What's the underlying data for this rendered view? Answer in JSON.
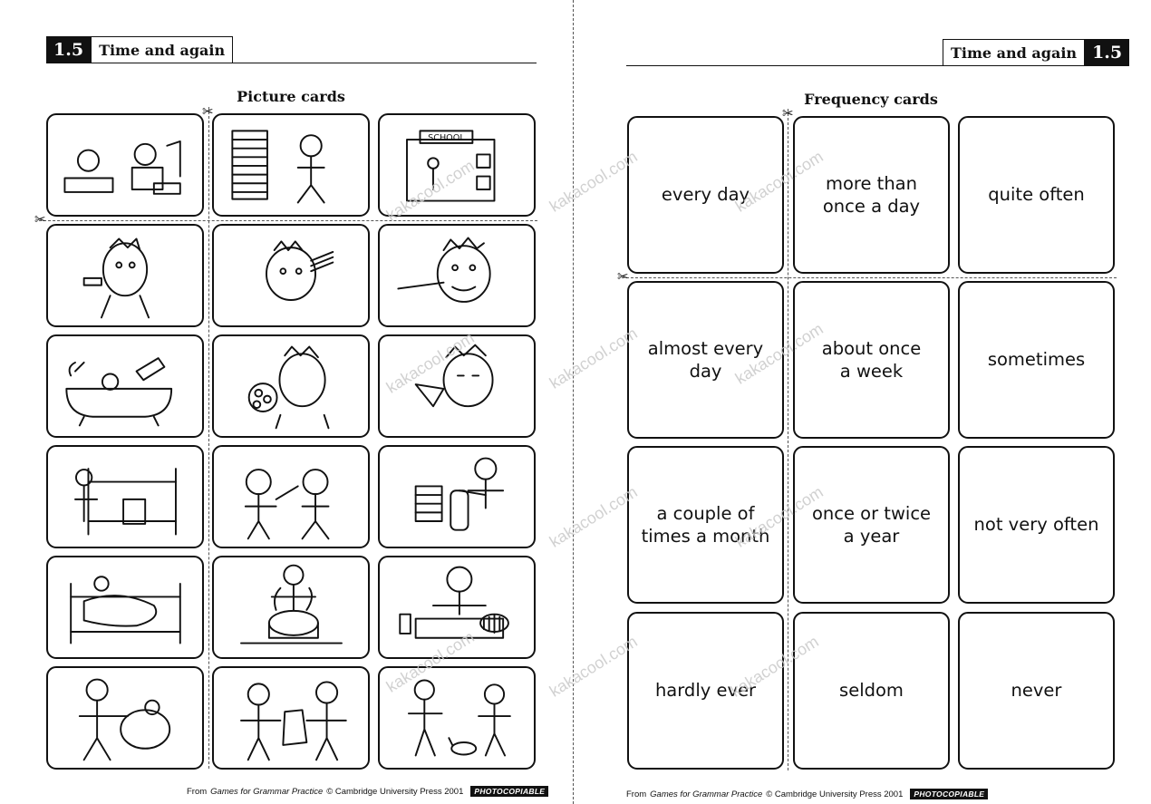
{
  "left_page": {
    "unit_number": "1.5",
    "unit_title": "Time and again",
    "section_title": "Picture cards",
    "picture_cards": [
      {
        "icon": "reading-and-writing-icon"
      },
      {
        "icon": "stack-of-papers-icon"
      },
      {
        "icon": "school-gate-icon"
      },
      {
        "icon": "shaving-icon"
      },
      {
        "icon": "combing-hair-icon"
      },
      {
        "icon": "brushing-teeth-icon"
      },
      {
        "icon": "bath-icon"
      },
      {
        "icon": "taking-pills-icon"
      },
      {
        "icon": "sneezing-icon"
      },
      {
        "icon": "making-bed-icon"
      },
      {
        "icon": "dentist-icon"
      },
      {
        "icon": "vacuuming-icon"
      },
      {
        "icon": "sleeping-in-bed-icon"
      },
      {
        "icon": "cooking-icon"
      },
      {
        "icon": "washing-dishes-icon"
      },
      {
        "icon": "hugging-icon"
      },
      {
        "icon": "shopping-bag-icon"
      },
      {
        "icon": "walking-dog-icon"
      }
    ],
    "footer": {
      "prefix": "From",
      "book": "Games for Grammar Practice",
      "suffix": "© Cambridge University Press 2001",
      "badge": "PHOTOCOPIABLE"
    }
  },
  "right_page": {
    "unit_number": "1.5",
    "unit_title": "Time and again",
    "section_title": "Frequency cards",
    "frequency_cards": [
      "every day",
      "more than\nonce a day",
      "quite often",
      "almost every day",
      "about once\na week",
      "sometimes",
      "a couple of\ntimes a month",
      "once or twice\na year",
      "not very often",
      "hardly ever",
      "seldom",
      "never"
    ],
    "footer": {
      "prefix": "From",
      "book": "Games for Grammar Practice",
      "suffix": "© Cambridge University Press 2001",
      "badge": "PHOTOCOPIABLE"
    }
  },
  "watermark_text": "kakacool.com",
  "scissors_icon": "scissors-icon"
}
